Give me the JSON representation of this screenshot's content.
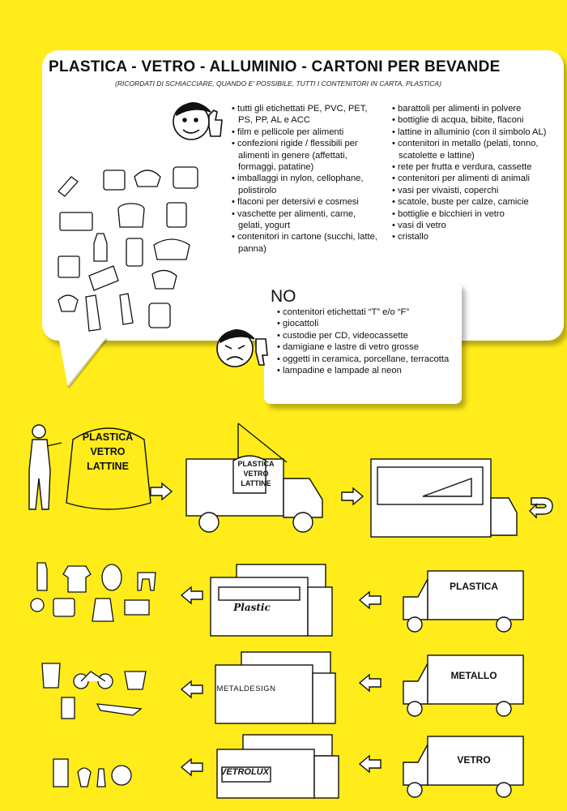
{
  "colors": {
    "background": "#ffec1a",
    "bubble": "#ffffff",
    "ink": "#111111"
  },
  "title": "PLASTICA - VETRO - ALLUMINIO - CARTONI PER BEVANDE",
  "subtitle": "(RICORDATI DI SCHIACCIARE, QUANDO E' POSSIBILE,  TUTTI I CONTENITORI IN CARTA, PLASTICA)",
  "yes_col1": [
    "tutti gli etichettati PE, PVC, PET, PS, PP, AL e ACC",
    "film e pellicole per alimenti",
    "confezioni rigide / flessibili per alimenti in genere (affettati, formaggi, patatine)",
    "imballaggi in nylon, cellophane, polistirolo",
    "flaconi per detersivi e cosmesi",
    "vaschette per alimenti, carne, gelati, yogurt",
    "contenitori in cartone (succhi, latte, panna)"
  ],
  "yes_col2": [
    "barattoli per alimenti in  polvere",
    "bottiglie di acqua, bibite, flaconi",
    "lattine in alluminio (con il simbolo AL)",
    "contenitori in metallo (pelati, tonno, scatolette e lattine)",
    "rete per frutta e verdura, cassette",
    "contenitori per alimenti di animali",
    "vasi per vivaisti, coperchi",
    "scatole, buste per calze, camicie",
    "bottiglie  e bicchieri in vetro",
    "vasi di vetro",
    "cristallo"
  ],
  "no_title": "NO",
  "no_list": [
    "contenitori etichettati “T” e/o “F”",
    "giocattoli",
    "custodie per CD, videocassette",
    "damigiane e lastre di vetro grosse",
    "oggetti in ceramica, porcellane, terracotta",
    "lampadine e lampade al neon"
  ],
  "bin_label": [
    "PLASTICA",
    "VETRO",
    "LATTINE"
  ],
  "truck_label": [
    "PLASTICA",
    "VETRO",
    "LATTINE"
  ],
  "trucks": [
    "PLASTICA",
    "METALLO",
    "VETRO"
  ],
  "factories": [
    "Plastic",
    "METALDESIGN",
    "VETROLUX"
  ]
}
